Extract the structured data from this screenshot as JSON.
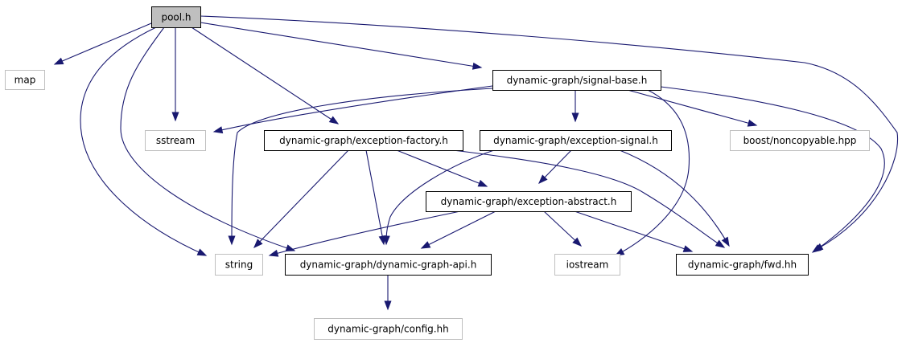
{
  "graph": {
    "colors": {
      "edge": "#191970",
      "root_fill": "#bfbfbf",
      "documented_border": "#000000",
      "external_border": "#bfbfbf",
      "text": "#000000"
    },
    "nodes": [
      {
        "id": "pool_h",
        "label": "pool.h",
        "kind": "root"
      },
      {
        "id": "map",
        "label": "map",
        "kind": "external"
      },
      {
        "id": "signal_base",
        "label": "dynamic-graph/signal-base.h",
        "kind": "documented"
      },
      {
        "id": "sstream",
        "label": "sstream",
        "kind": "external"
      },
      {
        "id": "exception_factory",
        "label": "dynamic-graph/exception-factory.h",
        "kind": "documented"
      },
      {
        "id": "exception_signal",
        "label": "dynamic-graph/exception-signal.h",
        "kind": "documented"
      },
      {
        "id": "noncopyable",
        "label": "boost/noncopyable.hpp",
        "kind": "external"
      },
      {
        "id": "exception_abstract",
        "label": "dynamic-graph/exception-abstract.h",
        "kind": "documented"
      },
      {
        "id": "string",
        "label": "string",
        "kind": "external"
      },
      {
        "id": "dg_api",
        "label": "dynamic-graph/dynamic-graph-api.h",
        "kind": "documented"
      },
      {
        "id": "iostream",
        "label": "iostream",
        "kind": "external"
      },
      {
        "id": "fwd",
        "label": "dynamic-graph/fwd.hh",
        "kind": "documented"
      },
      {
        "id": "config",
        "label": "dynamic-graph/config.hh",
        "kind": "external"
      }
    ],
    "edges": [
      {
        "from": "pool_h",
        "to": "map"
      },
      {
        "from": "pool_h",
        "to": "sstream"
      },
      {
        "from": "pool_h",
        "to": "signal_base"
      },
      {
        "from": "pool_h",
        "to": "exception_factory"
      },
      {
        "from": "pool_h",
        "to": "string"
      },
      {
        "from": "pool_h",
        "to": "dg_api"
      },
      {
        "from": "pool_h",
        "to": "fwd"
      },
      {
        "from": "signal_base",
        "to": "sstream"
      },
      {
        "from": "signal_base",
        "to": "string"
      },
      {
        "from": "signal_base",
        "to": "exception_signal"
      },
      {
        "from": "signal_base",
        "to": "noncopyable"
      },
      {
        "from": "signal_base",
        "to": "iostream"
      },
      {
        "from": "signal_base",
        "to": "fwd"
      },
      {
        "from": "exception_factory",
        "to": "string"
      },
      {
        "from": "exception_factory",
        "to": "dg_api"
      },
      {
        "from": "exception_factory",
        "to": "exception_abstract"
      },
      {
        "from": "exception_factory",
        "to": "fwd"
      },
      {
        "from": "exception_signal",
        "to": "exception_abstract"
      },
      {
        "from": "exception_signal",
        "to": "dg_api"
      },
      {
        "from": "exception_signal",
        "to": "fwd"
      },
      {
        "from": "exception_abstract",
        "to": "string"
      },
      {
        "from": "exception_abstract",
        "to": "dg_api"
      },
      {
        "from": "exception_abstract",
        "to": "iostream"
      },
      {
        "from": "exception_abstract",
        "to": "fwd"
      },
      {
        "from": "dg_api",
        "to": "config"
      }
    ]
  }
}
